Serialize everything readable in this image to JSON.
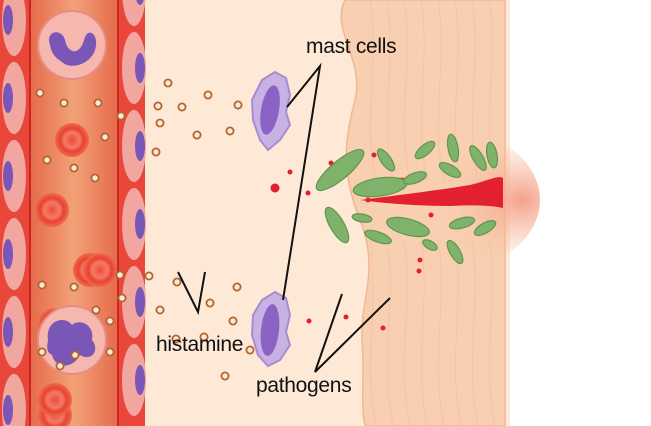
{
  "labels": {
    "mast_cells": "mast cells",
    "histamine": "histamine",
    "pathogens": "pathogens"
  },
  "colors": {
    "vessel_wall": "#e8473a",
    "vessel_lumen": "#e9875e",
    "interstitium": "#fde9d6",
    "skin": "#f8cfb0",
    "mast_cell": "#a98bd0",
    "pathogen": "#7fb26a",
    "histamine": "#b0662e",
    "blood": "#e3202e"
  }
}
